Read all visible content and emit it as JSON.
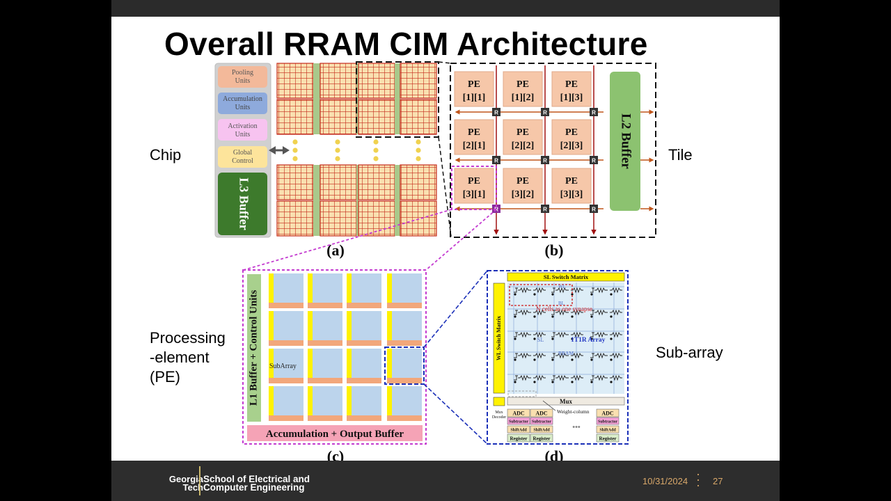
{
  "slide": {
    "title": "Overall RRAM CIM Architecture",
    "labels": {
      "chip": "Chip",
      "tile": "Tile",
      "pe_line1": "Processing",
      "pe_line2": "-element",
      "pe_line3": "(PE)",
      "subarray": "Sub-array"
    }
  },
  "chip": {
    "caption": "(a)",
    "units": [
      "Pooling Units",
      "Accumulation Units",
      "Activation Units",
      "Global Control"
    ],
    "l3": "L3 Buffer"
  },
  "tile": {
    "caption": "(b)",
    "pes": [
      [
        "PE",
        "[1][1]"
      ],
      [
        "PE",
        "[1][2]"
      ],
      [
        "PE",
        "[1][3]"
      ],
      [
        "PE",
        "[2][1]"
      ],
      [
        "PE",
        "[2][2]"
      ],
      [
        "PE",
        "[2][3]"
      ],
      [
        "PE",
        "[3][1]"
      ],
      [
        "PE",
        "[3][2]"
      ],
      [
        "PE",
        "[3][3]"
      ]
    ],
    "router": "R",
    "l2": "L2 Buffer"
  },
  "pe": {
    "caption": "(c)",
    "l1": "L1 Buffer + Control Units",
    "subarray_label": "SubArray",
    "acc": "Accumulation + Output Buffer"
  },
  "subarray": {
    "caption": "(d)",
    "sl_switch": "SL Switch Matrix",
    "wl_switch": "WL Switch Matrix",
    "n_cells": "N cells as one synapse",
    "wl": "WL",
    "bl": "BL",
    "sl": "SL",
    "array": "1T1R Array",
    "rram": "RRAM",
    "mux": "Mux",
    "mux_decoder_1": "Mux",
    "mux_decoder_2": "Decoder",
    "weight_col": "Weight-column",
    "adc": "ADC",
    "subtractor": "Subtractor",
    "shiftadd": "ShiftAdd",
    "register": "Register",
    "ellipsis": "•••"
  },
  "footer": {
    "inst1": "Georgia",
    "inst2": "Tech",
    "school1": "School of Electrical and",
    "school2": "Computer Engineering",
    "date": "10/31/2024",
    "page": "27"
  }
}
